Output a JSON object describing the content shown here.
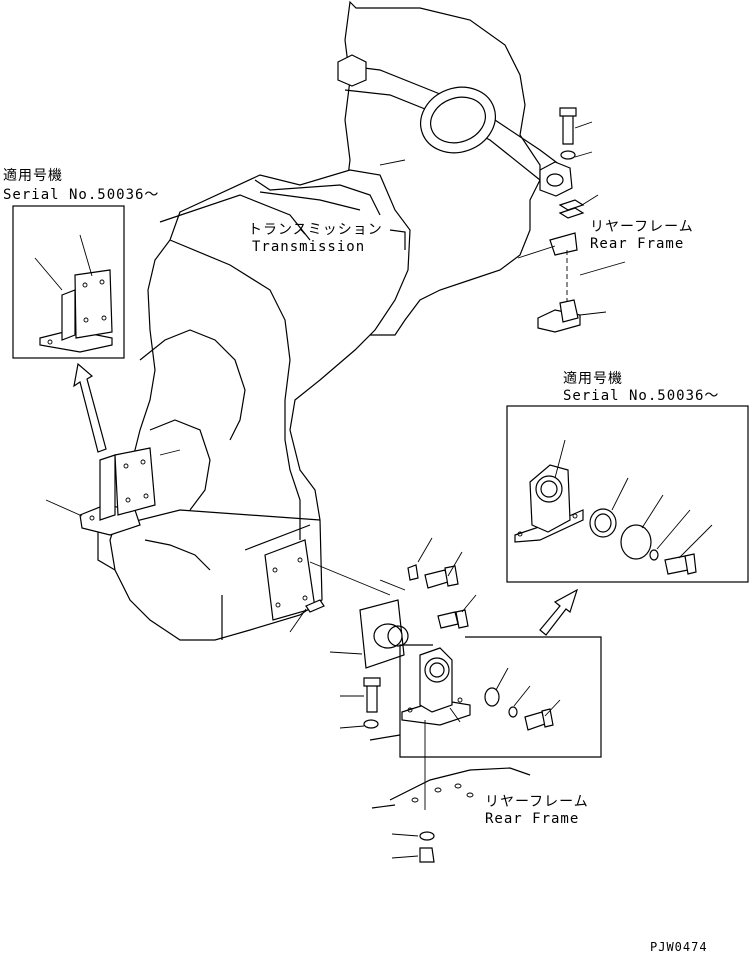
{
  "labels": {
    "transmission_jp": "トランスミッション",
    "transmission_en": "Transmission",
    "rear_frame_top_jp": "リヤーフレーム",
    "rear_frame_top_en": "Rear Frame",
    "rear_frame_bottom_jp": "リヤーフレーム",
    "rear_frame_bottom_en": "Rear Frame",
    "applicable_left_jp": "適用号機",
    "serial_left": "Serial No.50036～",
    "applicable_right_jp": "適用号機",
    "serial_right": "Serial No.50036～",
    "drawing_code": "PJW0474"
  }
}
